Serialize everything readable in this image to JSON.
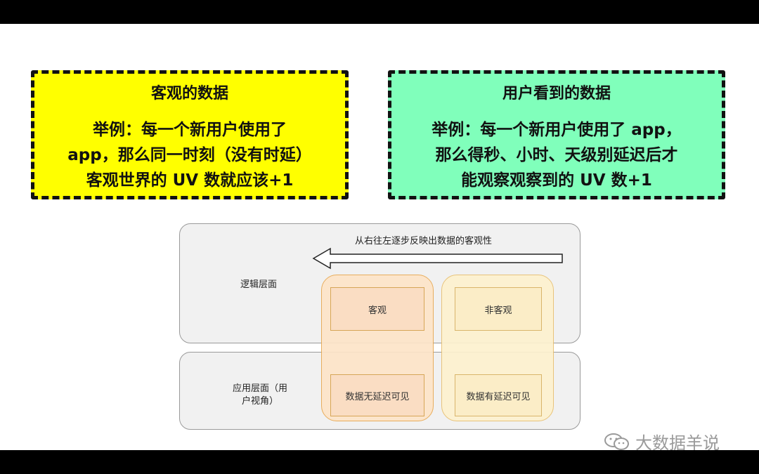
{
  "card_left": {
    "title": "客观的数据",
    "lines": [
      "举例：每一个新用户使用了",
      "app，那么同一时刻（没有时延）",
      "客观世界的 UV 数就应该+1"
    ]
  },
  "card_right": {
    "title": "用户看到的数据",
    "lines": [
      "举例：每一个新用户使用了 app，",
      "那么得秒、小时、天级别延迟后才",
      "能观察观察到的 UV 数+1"
    ]
  },
  "diagram": {
    "arrow_label": "从右往左逐步反映出数据的客观性",
    "row_logic_label": "逻辑层面",
    "row_app_label_1": "应用层面（用",
    "row_app_label_2": "户视角）",
    "objective_top": "客观",
    "objective_bottom": "数据无延迟可见",
    "subjective_top": "非客观",
    "subjective_bottom": "数据有延迟可见"
  },
  "watermark": {
    "text": "大数据羊说",
    "icon": "wechat-icon"
  },
  "colors": {
    "left_card": "#ffff00",
    "right_card": "#80ffbb"
  }
}
